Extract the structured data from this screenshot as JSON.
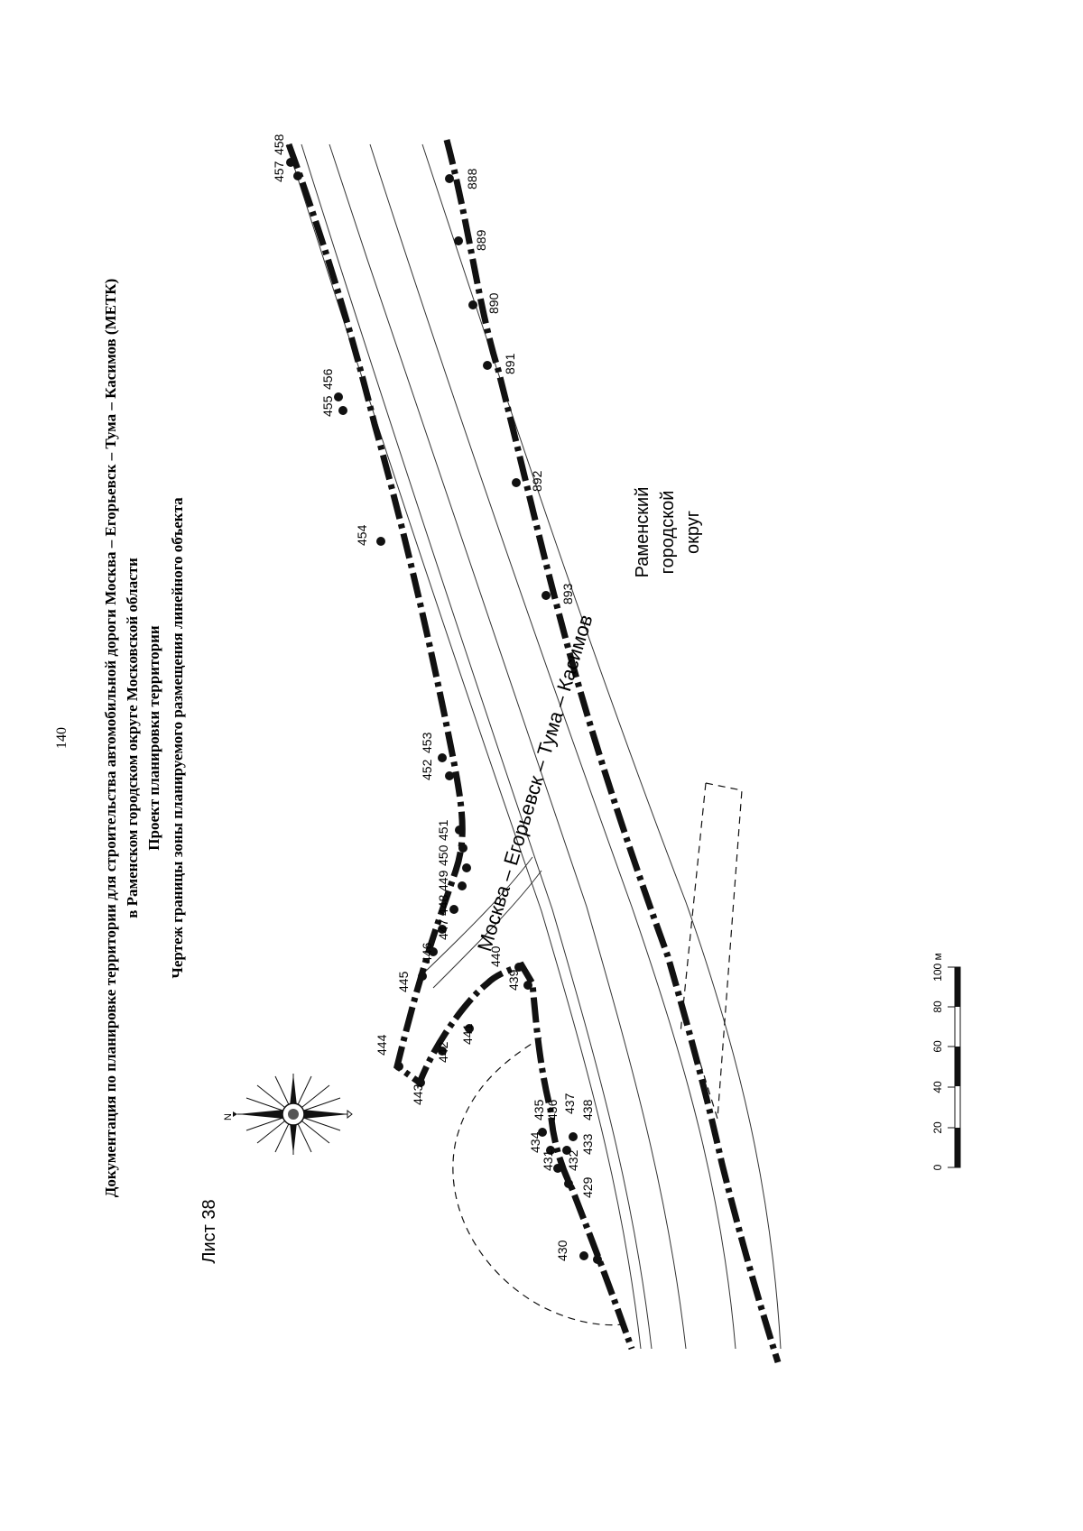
{
  "page_number": "140",
  "header": {
    "line1": "Документация по планировке территории для строительства автомобильной дороги Москва – Егорьевск – Тума – Касимов (МЕТК)",
    "line2": "в Раменском городском округе Московской области",
    "line3": "Проект планировки территории",
    "line4": "Чертеж границы зоны планируемого размещения линейного объекта"
  },
  "sheet_label": "Лист 38",
  "road_label": "Москва – Егорьевск – Тума – Касимов",
  "district_label": [
    "Раменский",
    "городской",
    "округ"
  ],
  "compass_north": "N",
  "scale_bar": {
    "ticks": [
      "0",
      "20",
      "40",
      "60",
      "80",
      "100 м"
    ]
  },
  "boundary_points": {
    "upper": [
      "429",
      "430",
      "431",
      "432",
      "433",
      "434",
      "435",
      "436",
      "437",
      "438",
      "439",
      "440",
      "441",
      "442",
      "443",
      "444",
      "445",
      "446",
      "447",
      "448",
      "449",
      "450",
      "451",
      "452",
      "453",
      "454",
      "455",
      "456",
      "457",
      "458"
    ],
    "lower": [
      "888",
      "889",
      "890",
      "891",
      "892",
      "893"
    ]
  },
  "colors": {
    "ink": "#111111",
    "paper": "#ffffff",
    "thin_line": "#333333"
  }
}
